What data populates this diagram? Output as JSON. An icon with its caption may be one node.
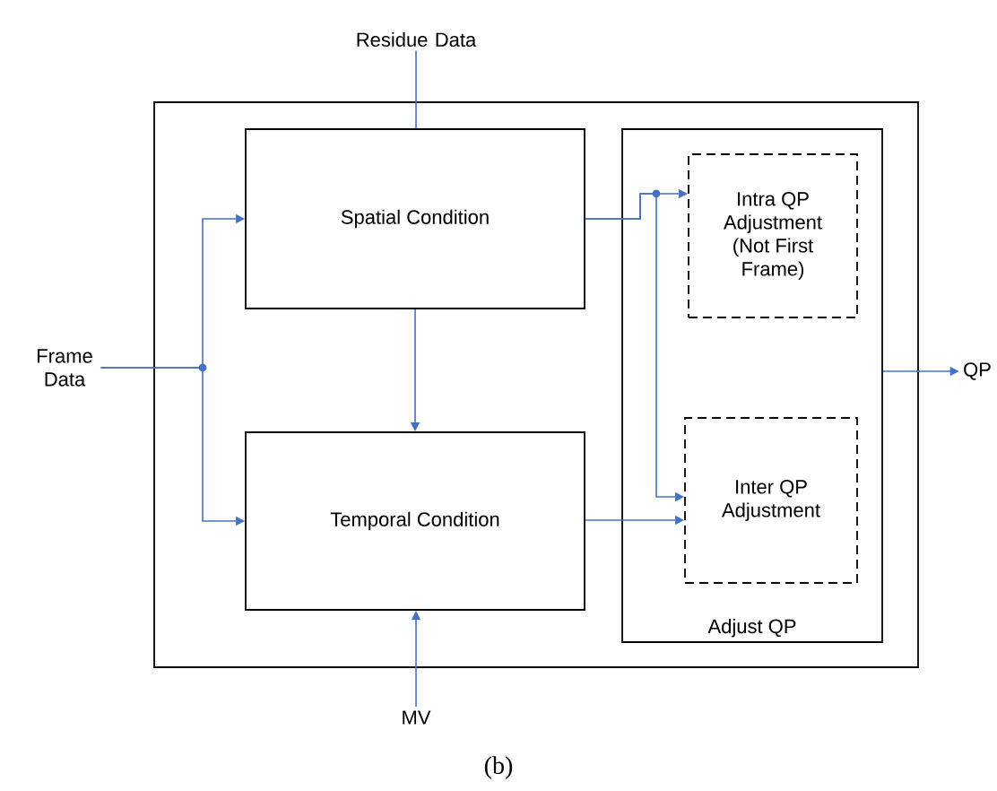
{
  "diagram": {
    "caption": "(b)",
    "nodes": [
      {
        "text": [],
        "shape": "box"
      },
      {
        "text": [
          "Spatial Condition"
        ],
        "in": 0
      },
      {
        "text": [
          "Temporal Condition"
        ],
        "in": 0
      },
      {
        "text": [
          "Adjust QP"
        ],
        "in": 0
      },
      {
        "text": [
          "Intra QP Adjustment (Not First Frame)"
        ],
        "in": 3
      },
      {
        "text": [
          "Inter QP Adjustment"
        ],
        "in": 3
      },
      {
        "text": [
          "Frame Data"
        ]
      },
      {
        "text": [
          "Residue Data"
        ]
      },
      {
        "text": [
          "MV"
        ]
      },
      {
        "text": [
          "QP"
        ]
      }
    ],
    "edges": [
      {
        "from": 6,
        "to": 1,
        "arrow": "to"
      },
      {
        "from": 6,
        "to": 2,
        "arrow": "to"
      },
      {
        "from": 7,
        "to": 1,
        "arrow": "none"
      },
      {
        "from": 1,
        "to": 2,
        "arrow": "to"
      },
      {
        "from": 1,
        "to": 4,
        "arrow": "to"
      },
      {
        "from": 1,
        "to": 5,
        "arrow": "to"
      },
      {
        "from": 2,
        "to": 5,
        "arrow": "to"
      },
      {
        "from": 8,
        "to": 2,
        "arrow": "to"
      },
      {
        "from": 3,
        "to": 9,
        "arrow": "to"
      }
    ]
  }
}
